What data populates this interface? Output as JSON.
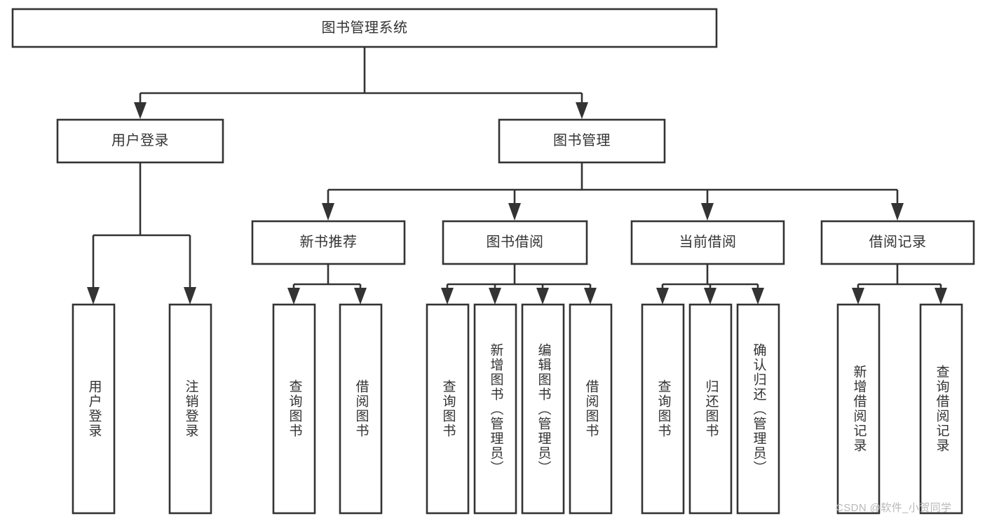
{
  "diagram": {
    "title": "图书管理系统",
    "type": "tree-hierarchy",
    "theme": {
      "background": "#ffffff",
      "box_fill": "#ffffff",
      "box_stroke": "#333333",
      "text_color": "#333333",
      "watermark_color": "#b8b8b8"
    },
    "root": {
      "label": "图书管理系统"
    },
    "level1": [
      {
        "label": "用户登录"
      },
      {
        "label": "图书管理"
      }
    ],
    "level2": [
      {
        "label": "新书推荐"
      },
      {
        "label": "图书借阅"
      },
      {
        "label": "当前借阅"
      },
      {
        "label": "借阅记录"
      }
    ],
    "leaves": {
      "user_login": [
        {
          "label": "用户登录"
        },
        {
          "label": "注销登录"
        }
      ],
      "new_book_recommend": [
        {
          "label": "查询图书"
        },
        {
          "label": "借阅图书"
        }
      ],
      "book_borrow": [
        {
          "label": "查询图书"
        },
        {
          "label": "新增图书（管理员）"
        },
        {
          "label": "编辑图书（管理员）"
        },
        {
          "label": "借阅图书"
        }
      ],
      "current_borrow": [
        {
          "label": "查询图书"
        },
        {
          "label": "归还图书"
        },
        {
          "label": "确认归还（管理员）"
        }
      ],
      "borrow_record": [
        {
          "label": "新增借阅记录"
        },
        {
          "label": "查询借阅记录"
        }
      ]
    },
    "watermark": "CSDN @软件_小贺同学"
  }
}
